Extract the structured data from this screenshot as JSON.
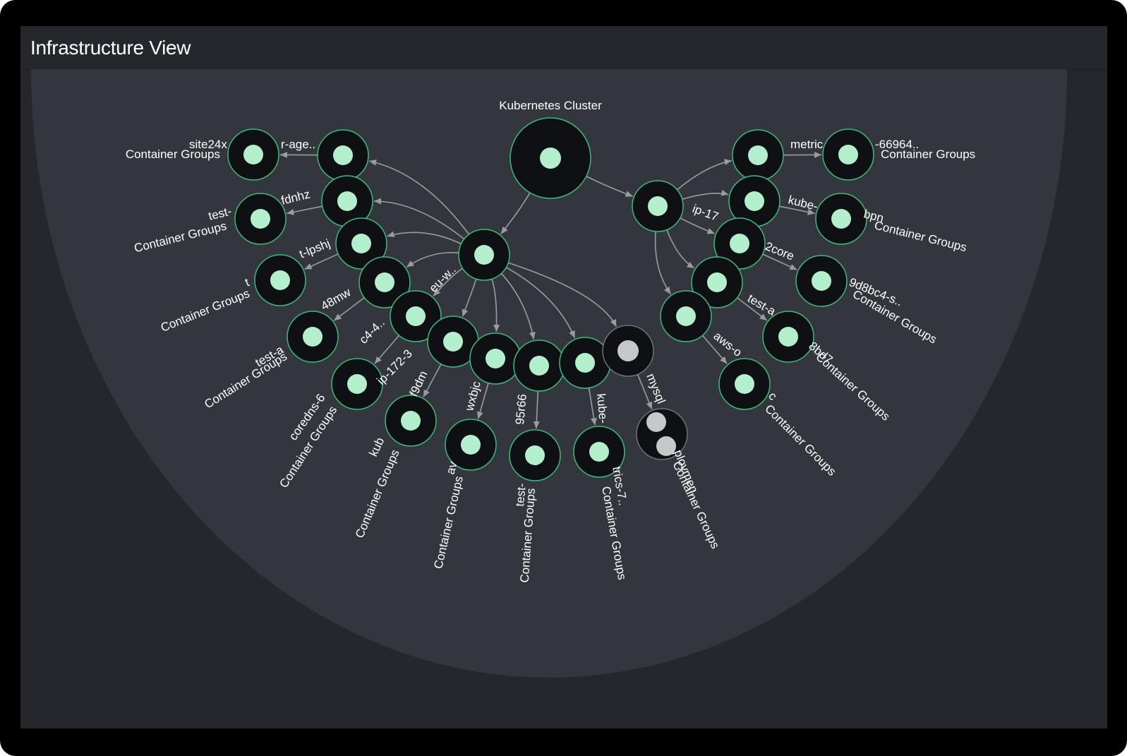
{
  "panel": {
    "title": "Infrastructure View"
  },
  "colors": {
    "node_fill": "#0f1013",
    "node_stroke": "#3fb87c",
    "healthy_core": "#b3efcd",
    "inactive_core": "#c5c7cb",
    "edge": "#9a9ca1",
    "label": "#ffffff",
    "backdrop": "#33363c"
  },
  "graph": {
    "root_label": "Kubernetes Cluster",
    "label_texts": {
      "site": "site24x",
      "site_cut": "r-age..",
      "fdnhz": "fdnhz",
      "test_l1": "test-",
      "lpshj": "t-lpshj",
      "t_short": "t",
      "mw": "48mw",
      "test_a": "test-a",
      "c44": "c4-4..",
      "eu": "eu-w..",
      "ip172": "ip-172-3",
      "coredns": "coredns-6",
      "f9dm": "f9dm",
      "kube_l": "kub",
      "wxbjc": "wxbjc",
      "av": "av",
      "r66": "95r66",
      "test_b": "test-",
      "kube_m": "kube-",
      "trics": "trics-7..",
      "mysql": "mysql",
      "deploy": "ploymen..",
      "metric": "metric",
      "r66964": "-66964..",
      "kube_r": "kube-",
      "bpn": "bpn",
      "ip17_r": "ip-17",
      "core_r": "2core",
      "d8bc4": "9d8bc4-s..",
      "test_r": "test-a",
      "bd7": "8bd7",
      "aws": "aws-o",
      "c_short": "c",
      "cg": "Container Groups"
    }
  }
}
